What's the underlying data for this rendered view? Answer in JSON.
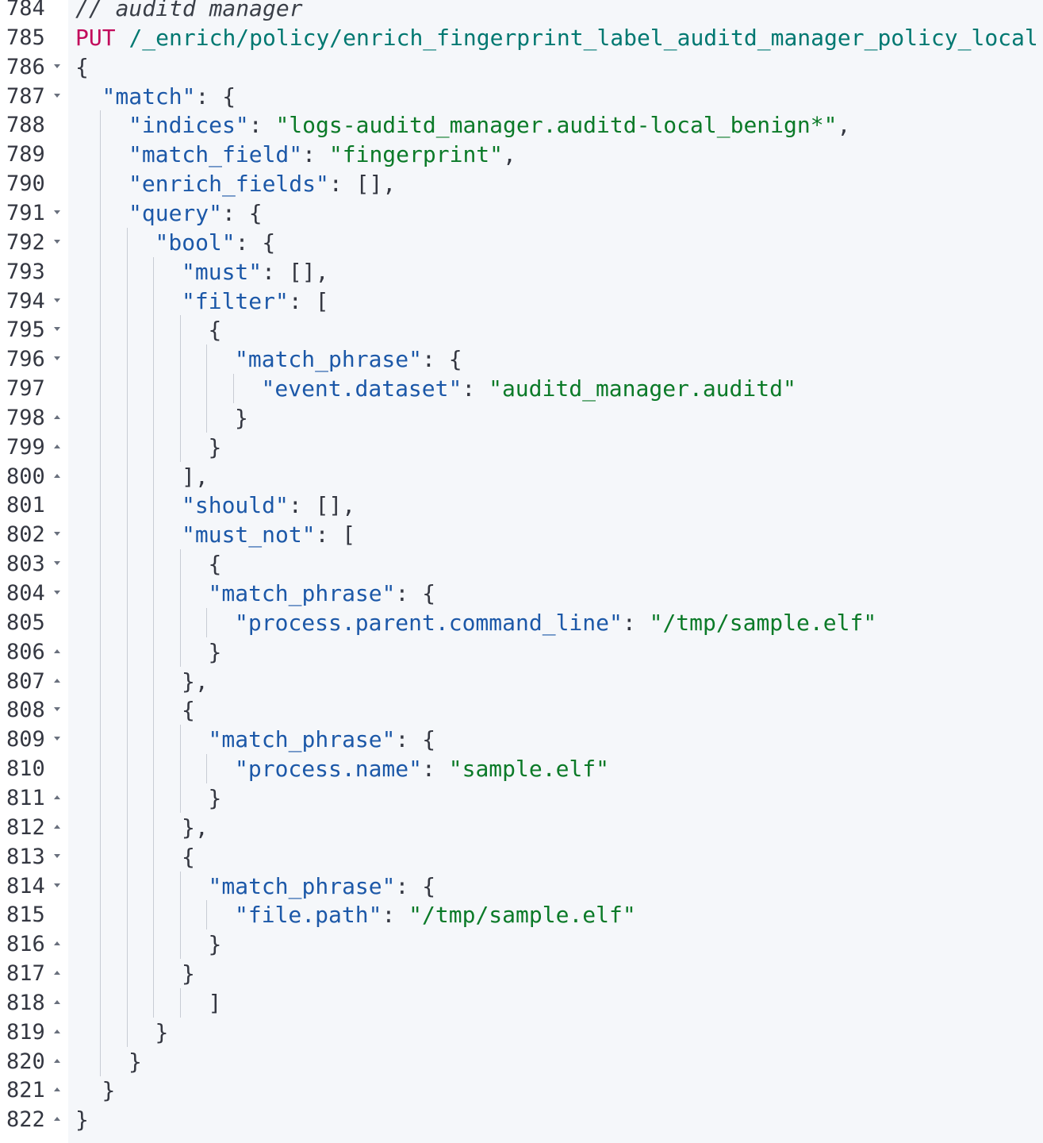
{
  "editor": {
    "lines": [
      {
        "n": "784",
        "fold": "",
        "indent": 0,
        "tokens": [
          {
            "t": "// auditd manager",
            "c": "comment"
          }
        ]
      },
      {
        "n": "785",
        "fold": "",
        "indent": 0,
        "tokens": [
          {
            "t": "PUT",
            "c": "method"
          },
          {
            "t": " ",
            "c": "punc"
          },
          {
            "t": "/_enrich/policy/enrich_fingerprint_label_auditd_manager_policy_local",
            "c": "url"
          }
        ]
      },
      {
        "n": "786",
        "fold": "open",
        "indent": 0,
        "tokens": [
          {
            "t": "{",
            "c": "punc"
          }
        ]
      },
      {
        "n": "787",
        "fold": "open",
        "indent": 1,
        "tokens": [
          {
            "t": "\"match\"",
            "c": "key"
          },
          {
            "t": ": {",
            "c": "punc"
          }
        ]
      },
      {
        "n": "788",
        "fold": "",
        "indent": 2,
        "tokens": [
          {
            "t": "\"indices\"",
            "c": "key"
          },
          {
            "t": ": ",
            "c": "punc"
          },
          {
            "t": "\"logs-auditd_manager.auditd-local_benign*\"",
            "c": "str"
          },
          {
            "t": ",",
            "c": "punc"
          }
        ]
      },
      {
        "n": "789",
        "fold": "",
        "indent": 2,
        "tokens": [
          {
            "t": "\"match_field\"",
            "c": "key"
          },
          {
            "t": ": ",
            "c": "punc"
          },
          {
            "t": "\"fingerprint\"",
            "c": "str"
          },
          {
            "t": ",",
            "c": "punc"
          }
        ]
      },
      {
        "n": "790",
        "fold": "",
        "indent": 2,
        "tokens": [
          {
            "t": "\"enrich_fields\"",
            "c": "key"
          },
          {
            "t": ": [],",
            "c": "punc"
          }
        ]
      },
      {
        "n": "791",
        "fold": "open",
        "indent": 2,
        "tokens": [
          {
            "t": "\"query\"",
            "c": "key"
          },
          {
            "t": ": {",
            "c": "punc"
          }
        ]
      },
      {
        "n": "792",
        "fold": "open",
        "indent": 3,
        "tokens": [
          {
            "t": "\"bool\"",
            "c": "key"
          },
          {
            "t": ": {",
            "c": "punc"
          }
        ]
      },
      {
        "n": "793",
        "fold": "",
        "indent": 4,
        "tokens": [
          {
            "t": "\"must\"",
            "c": "key"
          },
          {
            "t": ": [],",
            "c": "punc"
          }
        ]
      },
      {
        "n": "794",
        "fold": "open",
        "indent": 4,
        "tokens": [
          {
            "t": "\"filter\"",
            "c": "key"
          },
          {
            "t": ": [",
            "c": "punc"
          }
        ]
      },
      {
        "n": "795",
        "fold": "open",
        "indent": 5,
        "tokens": [
          {
            "t": "{",
            "c": "punc"
          }
        ]
      },
      {
        "n": "796",
        "fold": "open",
        "indent": 6,
        "tokens": [
          {
            "t": "\"match_phrase\"",
            "c": "key"
          },
          {
            "t": ": {",
            "c": "punc"
          }
        ]
      },
      {
        "n": "797",
        "fold": "",
        "indent": 7,
        "tokens": [
          {
            "t": "\"event.dataset\"",
            "c": "key"
          },
          {
            "t": ": ",
            "c": "punc"
          },
          {
            "t": "\"auditd_manager.auditd\"",
            "c": "str"
          }
        ]
      },
      {
        "n": "798",
        "fold": "closed",
        "indent": 6,
        "tokens": [
          {
            "t": "}",
            "c": "punc"
          }
        ]
      },
      {
        "n": "799",
        "fold": "closed",
        "indent": 5,
        "tokens": [
          {
            "t": "}",
            "c": "punc"
          }
        ]
      },
      {
        "n": "800",
        "fold": "closed",
        "indent": 4,
        "tokens": [
          {
            "t": "],",
            "c": "punc"
          }
        ]
      },
      {
        "n": "801",
        "fold": "",
        "indent": 4,
        "tokens": [
          {
            "t": "\"should\"",
            "c": "key"
          },
          {
            "t": ": [],",
            "c": "punc"
          }
        ]
      },
      {
        "n": "802",
        "fold": "open",
        "indent": 4,
        "tokens": [
          {
            "t": "\"must_not\"",
            "c": "key"
          },
          {
            "t": ": [",
            "c": "punc"
          }
        ]
      },
      {
        "n": "803",
        "fold": "open",
        "indent": 5,
        "tokens": [
          {
            "t": "{",
            "c": "punc"
          }
        ]
      },
      {
        "n": "804",
        "fold": "open",
        "indent": 5,
        "tokens": [
          {
            "t": "\"match_phrase\"",
            "c": "key"
          },
          {
            "t": ": {",
            "c": "punc"
          }
        ]
      },
      {
        "n": "805",
        "fold": "",
        "indent": 6,
        "tokens": [
          {
            "t": "\"process.parent.command_line\"",
            "c": "key"
          },
          {
            "t": ": ",
            "c": "punc"
          },
          {
            "t": "\"/tmp/sample.elf\"",
            "c": "str"
          }
        ]
      },
      {
        "n": "806",
        "fold": "closed",
        "indent": 5,
        "tokens": [
          {
            "t": "}",
            "c": "punc"
          }
        ]
      },
      {
        "n": "807",
        "fold": "closed",
        "indent": 4,
        "tokens": [
          {
            "t": "},",
            "c": "punc"
          }
        ]
      },
      {
        "n": "808",
        "fold": "open",
        "indent": 4,
        "tokens": [
          {
            "t": "{",
            "c": "punc"
          }
        ]
      },
      {
        "n": "809",
        "fold": "open",
        "indent": 5,
        "tokens": [
          {
            "t": "\"match_phrase\"",
            "c": "key"
          },
          {
            "t": ": {",
            "c": "punc"
          }
        ]
      },
      {
        "n": "810",
        "fold": "",
        "indent": 6,
        "tokens": [
          {
            "t": "\"process.name\"",
            "c": "key"
          },
          {
            "t": ": ",
            "c": "punc"
          },
          {
            "t": "\"sample.elf\"",
            "c": "str"
          }
        ]
      },
      {
        "n": "811",
        "fold": "closed",
        "indent": 5,
        "tokens": [
          {
            "t": "}",
            "c": "punc"
          }
        ]
      },
      {
        "n": "812",
        "fold": "closed",
        "indent": 4,
        "tokens": [
          {
            "t": "},",
            "c": "punc"
          }
        ]
      },
      {
        "n": "813",
        "fold": "open",
        "indent": 4,
        "tokens": [
          {
            "t": "{",
            "c": "punc"
          }
        ]
      },
      {
        "n": "814",
        "fold": "open",
        "indent": 5,
        "tokens": [
          {
            "t": "\"match_phrase\"",
            "c": "key"
          },
          {
            "t": ": {",
            "c": "punc"
          }
        ]
      },
      {
        "n": "815",
        "fold": "",
        "indent": 6,
        "tokens": [
          {
            "t": "\"file.path\"",
            "c": "key"
          },
          {
            "t": ": ",
            "c": "punc"
          },
          {
            "t": "\"/tmp/sample.elf\"",
            "c": "str"
          }
        ]
      },
      {
        "n": "816",
        "fold": "closed",
        "indent": 5,
        "tokens": [
          {
            "t": "}",
            "c": "punc"
          }
        ]
      },
      {
        "n": "817",
        "fold": "closed",
        "indent": 4,
        "tokens": [
          {
            "t": "}",
            "c": "punc"
          }
        ]
      },
      {
        "n": "818",
        "fold": "closed",
        "indent": 5,
        "tokens": [
          {
            "t": "]",
            "c": "punc"
          }
        ]
      },
      {
        "n": "819",
        "fold": "closed",
        "indent": 3,
        "tokens": [
          {
            "t": "}",
            "c": "punc"
          }
        ]
      },
      {
        "n": "820",
        "fold": "closed",
        "indent": 2,
        "tokens": [
          {
            "t": "}",
            "c": "punc"
          }
        ]
      },
      {
        "n": "821",
        "fold": "closed",
        "indent": 1,
        "tokens": [
          {
            "t": "}",
            "c": "punc"
          }
        ]
      },
      {
        "n": "822",
        "fold": "closed",
        "indent": 0,
        "tokens": [
          {
            "t": "}",
            "c": "punc"
          }
        ]
      }
    ]
  },
  "colors": {
    "method": "#c20a5b",
    "url": "#007871",
    "key": "#1c58a8",
    "string": "#0b7a28",
    "punctuation": "#343741",
    "gutter_background": "#ffffff",
    "code_background": "#f5f7fa",
    "fold_arrow": "#69707d"
  },
  "icons": {
    "fold_open": "caret-down-icon",
    "fold_closed": "caret-up-icon"
  }
}
